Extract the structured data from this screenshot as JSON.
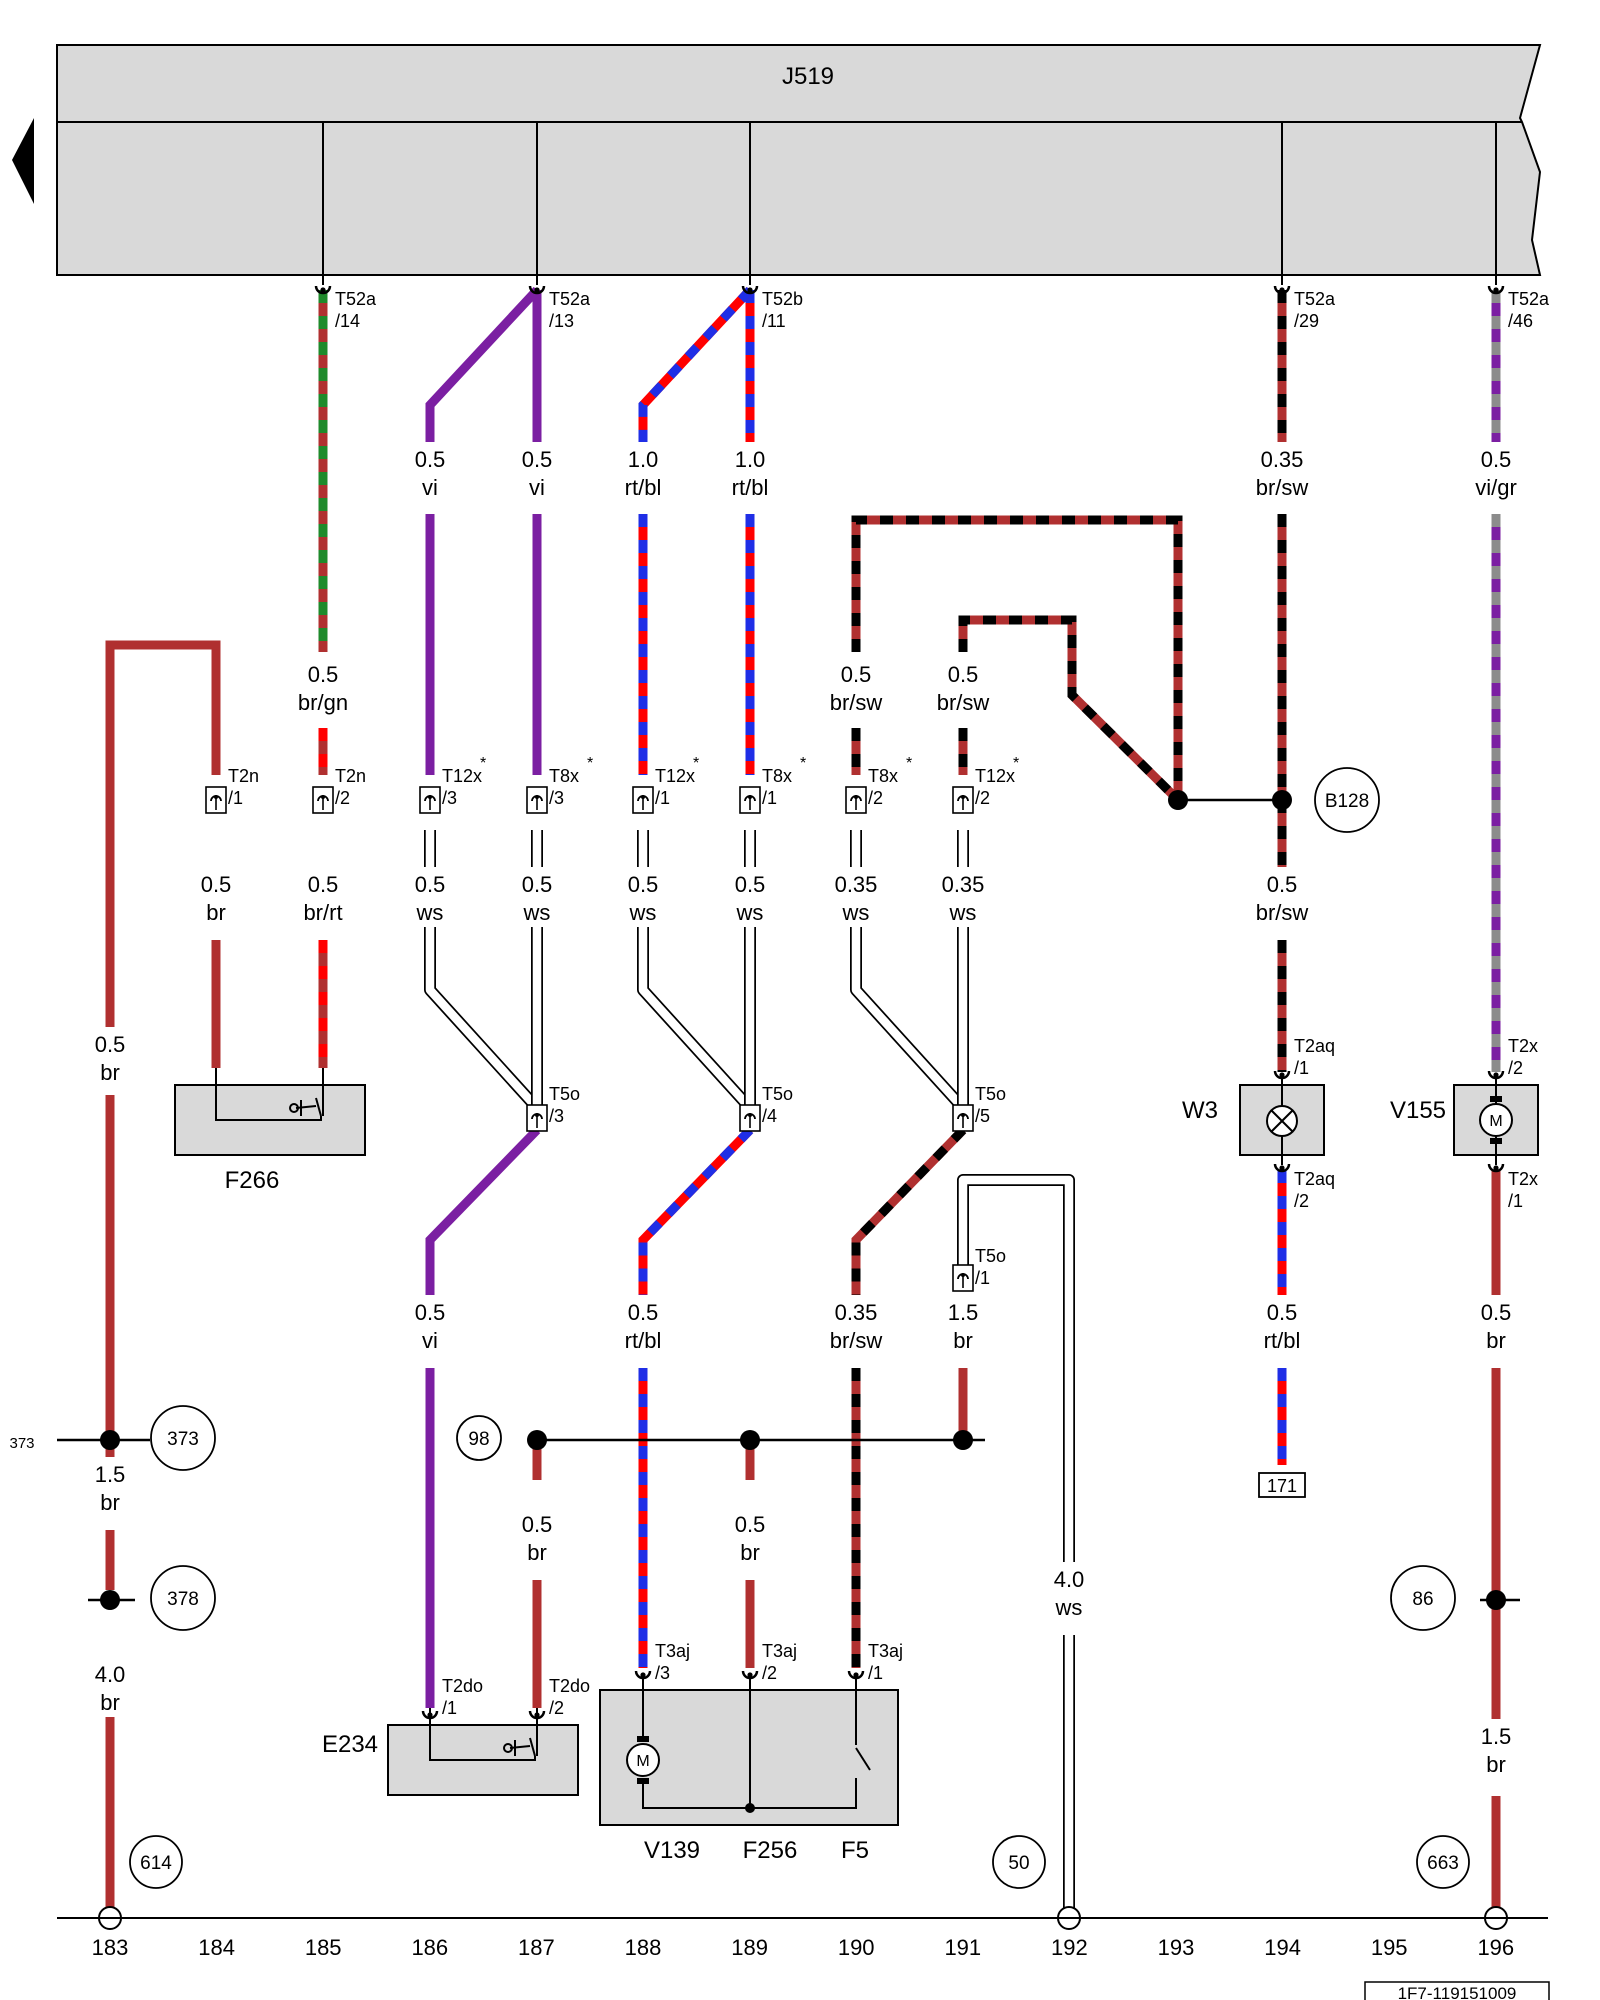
{
  "control_unit": {
    "name": "J519"
  },
  "colors": {
    "br": "#b03030",
    "gn": "#1f8a2b",
    "vi": "#7b1fa2",
    "rt": "#ff0000",
    "bl": "#1f2ee6",
    "sw": "#000000",
    "gr": "#8c8c8c",
    "ws": "#ffffff",
    "unit_fill": "#d9d9d9"
  },
  "top_pins": [
    {
      "id": "p185",
      "connector": "T52a",
      "pin": "/14"
    },
    {
      "id": "p187",
      "connector": "T52a",
      "pin": "/13"
    },
    {
      "id": "p189",
      "connector": "T52b",
      "pin": "/11"
    },
    {
      "id": "p194",
      "connector": "T52a",
      "pin": "/29"
    },
    {
      "id": "p196",
      "connector": "T52a",
      "pin": "/46"
    }
  ],
  "wire_labels": [
    {
      "id": "w186a",
      "size": "0.5",
      "color": "vi"
    },
    {
      "id": "w187a",
      "size": "0.5",
      "color": "vi"
    },
    {
      "id": "w188a",
      "size": "1.0",
      "color": "rt/bl"
    },
    {
      "id": "w189a",
      "size": "1.0",
      "color": "rt/bl"
    },
    {
      "id": "w194a",
      "size": "0.35",
      "color": "br/sw"
    },
    {
      "id": "w196a",
      "size": "0.5",
      "color": "vi/gr"
    },
    {
      "id": "w185a",
      "size": "0.5",
      "color": "br/gn"
    },
    {
      "id": "w190a",
      "size": "0.5",
      "color": "br/sw"
    },
    {
      "id": "w191a",
      "size": "0.5",
      "color": "br/sw"
    },
    {
      "id": "w184b",
      "size": "0.5",
      "color": "br"
    },
    {
      "id": "w185b",
      "size": "0.5",
      "color": "br/rt"
    },
    {
      "id": "w186b",
      "size": "0.5",
      "color": "ws"
    },
    {
      "id": "w187b",
      "size": "0.5",
      "color": "ws"
    },
    {
      "id": "w188b",
      "size": "0.5",
      "color": "ws"
    },
    {
      "id": "w189b",
      "size": "0.5",
      "color": "ws"
    },
    {
      "id": "w190b",
      "size": "0.35",
      "color": "ws"
    },
    {
      "id": "w191b",
      "size": "0.35",
      "color": "ws"
    },
    {
      "id": "w194b",
      "size": "0.5",
      "color": "br/sw"
    },
    {
      "id": "w183a",
      "size": "0.5",
      "color": "br"
    },
    {
      "id": "w186c",
      "size": "0.5",
      "color": "vi"
    },
    {
      "id": "w188c",
      "size": "0.5",
      "color": "rt/bl"
    },
    {
      "id": "w190c",
      "size": "0.35",
      "color": "br/sw"
    },
    {
      "id": "w191c",
      "size": "1.5",
      "color": "br"
    },
    {
      "id": "w194c",
      "size": "0.5",
      "color": "rt/bl"
    },
    {
      "id": "w196c",
      "size": "0.5",
      "color": "br"
    },
    {
      "id": "w183b",
      "size": "1.5",
      "color": "br"
    },
    {
      "id": "w187d",
      "size": "0.5",
      "color": "br"
    },
    {
      "id": "w189d",
      "size": "0.5",
      "color": "br"
    },
    {
      "id": "w192",
      "size": "4.0",
      "color": "ws"
    },
    {
      "id": "w183c",
      "size": "4.0",
      "color": "br"
    },
    {
      "id": "w196d",
      "size": "1.5",
      "color": "br"
    }
  ],
  "connectors": [
    {
      "id": "c184",
      "name": "T2n",
      "pin": "/1",
      "star": false
    },
    {
      "id": "c185",
      "name": "T2n",
      "pin": "/2",
      "star": false
    },
    {
      "id": "c186",
      "name": "T12x",
      "pin": "/3",
      "star": true
    },
    {
      "id": "c187",
      "name": "T8x",
      "pin": "/3",
      "star": true
    },
    {
      "id": "c188",
      "name": "T12x",
      "pin": "/1",
      "star": true
    },
    {
      "id": "c189",
      "name": "T8x",
      "pin": "/1",
      "star": true
    },
    {
      "id": "c190",
      "name": "T8x",
      "pin": "/2",
      "star": true
    },
    {
      "id": "c191",
      "name": "T12x",
      "pin": "/2",
      "star": true
    },
    {
      "id": "c5o3",
      "name": "T5o",
      "pin": "/3",
      "star": false
    },
    {
      "id": "c5o4",
      "name": "T5o",
      "pin": "/4",
      "star": false
    },
    {
      "id": "c5o5",
      "name": "T5o",
      "pin": "/5",
      "star": false
    },
    {
      "id": "c5o1",
      "name": "T5o",
      "pin": "/1",
      "star": false
    },
    {
      "id": "c2aq1",
      "name": "T2aq",
      "pin": "/1",
      "star": false
    },
    {
      "id": "c2aq2",
      "name": "T2aq",
      "pin": "/2",
      "star": false
    },
    {
      "id": "c2x2",
      "name": "T2x",
      "pin": "/2",
      "star": false
    },
    {
      "id": "c2x1",
      "name": "T2x",
      "pin": "/1",
      "star": false
    },
    {
      "id": "c2do1",
      "name": "T2do",
      "pin": "/1",
      "star": false
    },
    {
      "id": "c2do2",
      "name": "T2do",
      "pin": "/2",
      "star": false
    },
    {
      "id": "c3aj3",
      "name": "T3aj",
      "pin": "/3",
      "star": false
    },
    {
      "id": "c3aj2",
      "name": "T3aj",
      "pin": "/2",
      "star": false
    },
    {
      "id": "c3aj1",
      "name": "T3aj",
      "pin": "/1",
      "star": false
    }
  ],
  "components": {
    "F266": {
      "name": "F266"
    },
    "E234": {
      "name": "E234"
    },
    "W3": {
      "name": "W3"
    },
    "V155": {
      "name": "V155"
    },
    "V139": {
      "name": "V139"
    },
    "F256": {
      "name": "F256"
    },
    "F5": {
      "name": "F5"
    }
  },
  "ref_bubbles": [
    "B128",
    "373",
    "378",
    "98",
    "86",
    "614",
    "50",
    "663"
  ],
  "side_ref": "373",
  "ref_box_171": "171",
  "motor_symbol": "M",
  "bottom_axis": [
    "183",
    "184",
    "185",
    "186",
    "187",
    "188",
    "189",
    "190",
    "191",
    "192",
    "193",
    "194",
    "195",
    "196"
  ],
  "doc_number": "1F7-119151009"
}
